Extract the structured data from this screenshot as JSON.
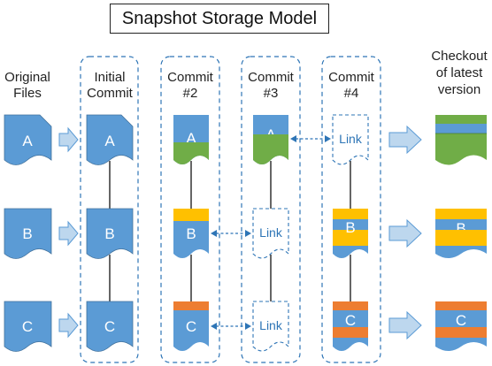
{
  "title": "Snapshot Storage Model",
  "columns": {
    "original": [
      "Original",
      "Files"
    ],
    "initial": [
      "Initial",
      "Commit"
    ],
    "commit2": [
      "Commit",
      "#2"
    ],
    "commit3": [
      "Commit",
      "#3"
    ],
    "commit4": [
      "Commit",
      "#4"
    ],
    "checkout": [
      "Checkout",
      "of latest",
      "version"
    ]
  },
  "files": [
    "A",
    "B",
    "C"
  ],
  "link_label": "Link",
  "colors": {
    "doc_blue": "#5b9bd5",
    "green": "#70ad47",
    "yellow": "#ffc000",
    "orange": "#ed7d31",
    "arrow_fill": "#bdd7ee",
    "arrow_stroke": "#5b9bd5",
    "dash": "#2e75b6",
    "text_dark": "#222222"
  }
}
